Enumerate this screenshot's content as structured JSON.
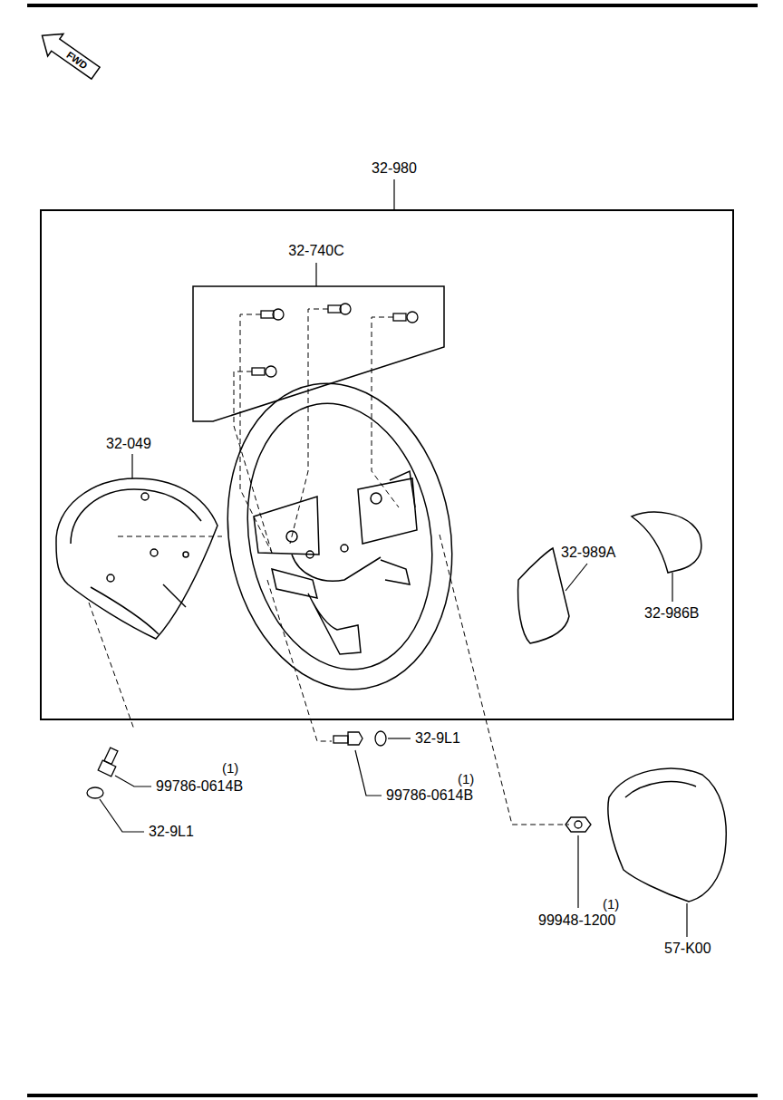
{
  "diagram": {
    "nodes": [
      {
        "text": [
          "FWD"
        ]
      },
      {
        "text": [
          "32-980"
        ]
      },
      {
        "text": [
          "32-740C"
        ],
        "in": 1
      }
    ],
    "labels": [
      "32-049",
      "32-989A",
      "32-986B",
      "32-9L1",
      "(1)",
      "99786-0614B",
      "(1)",
      "99786-0614B",
      "32-9L1",
      "(1)",
      "99948-1200",
      "57-K00"
    ]
  }
}
